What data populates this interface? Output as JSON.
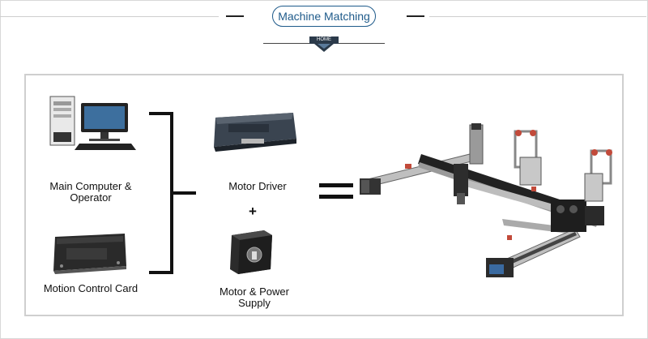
{
  "header": {
    "title": "Machine Matching",
    "badge": "HOME"
  },
  "diagram": {
    "inputs": [
      {
        "label": "Main Computer & Operator"
      },
      {
        "label": "Motion Control Card"
      }
    ],
    "middle": [
      {
        "label": "Motor Driver"
      },
      {
        "label": "Motor & Power Supply"
      }
    ],
    "plus_symbol": "+",
    "equals_symbol": "=",
    "result": "gantry-machine-image"
  },
  "colors": {
    "title_border": "#1e5a8a",
    "panel_border": "#cfcfcf",
    "bracket": "#111111"
  }
}
